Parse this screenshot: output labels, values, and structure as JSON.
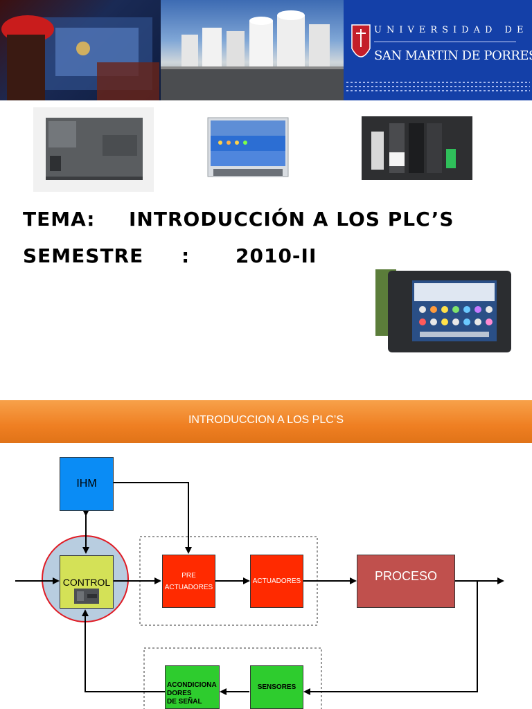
{
  "header": {
    "university_top": "UNIVERSIDAD DE",
    "university_name": "SAN MARTIN DE PORRES"
  },
  "title": {
    "tema_label": "TEMA:",
    "tema_value": "INTRODUCCIÓN A LOS PLC’S",
    "semestre_label": "SEMESTRE",
    "semestre_colon": ":",
    "semestre_value": "2010-II"
  },
  "section": {
    "heading": "INTRODUCCION A LOS PLC’S"
  },
  "diagram": {
    "ihm": "IHM",
    "control": "CONTROL",
    "pre_actuadores_1": "PRE",
    "pre_actuadores_2": "ACTUADORES",
    "actuadores": "ACTUADORES",
    "proceso": "PROCESO",
    "sensores": "SENSORES",
    "acond_1": "ACONDICIONA",
    "acond_2": "DORES",
    "acond_3": "DE SEÑAL",
    "colors": {
      "ihm": "#0a8cf5",
      "control": "#d4e157",
      "control_circle_fill": "#b8cde0",
      "control_circle_stroke": "#e01b24",
      "actuator": "#ff2a00",
      "proceso": "#c0504d",
      "sensor": "#2ecc2e"
    }
  }
}
